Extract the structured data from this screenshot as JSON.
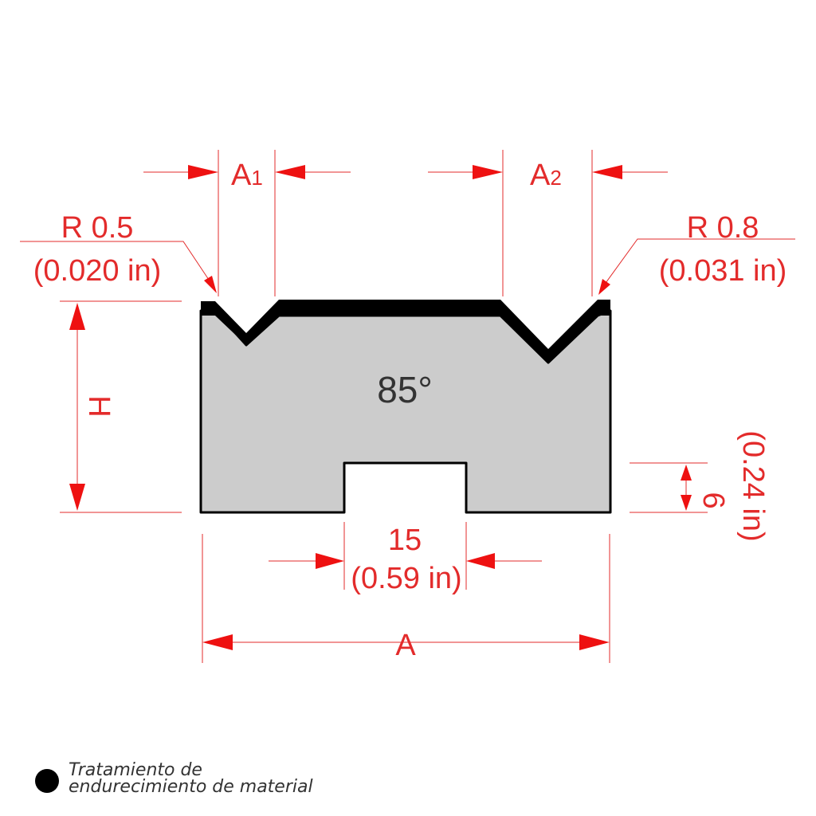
{
  "diagram": {
    "angle": "85°",
    "labels": {
      "a1": "A",
      "a1_sub": "1",
      "a2": "A",
      "a2_sub": "2",
      "r_left": "R 0.5",
      "r_left_in": "(0.020 in)",
      "r_right": "R 0.8",
      "r_right_in": "(0.031 in)",
      "h": "H",
      "slot_width": "15",
      "slot_width_in": "(0.59 in)",
      "slot_depth": "6",
      "slot_depth_in": "(0.24 in)",
      "a": "A"
    },
    "colors": {
      "dimension": "#e32b2b",
      "body": "#cccccc",
      "hardened_layer": "#000000"
    }
  },
  "legend": {
    "line1": "Tratamiento de",
    "line2": "endurecimiento de material"
  }
}
